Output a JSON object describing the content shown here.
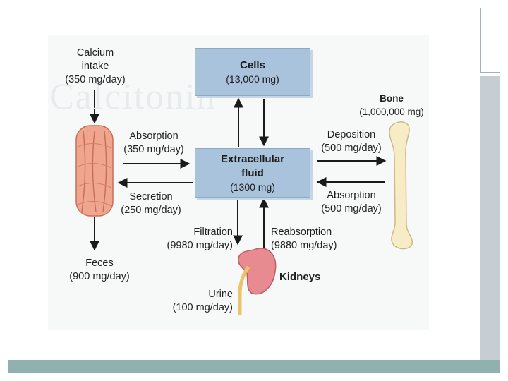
{
  "cells": {
    "title": "Cells",
    "amount": "(13,000 mg)"
  },
  "ecf": {
    "title_line1": "Extracellular",
    "title_line2": "fluid",
    "amount": "(1300 mg)"
  },
  "calcium_intake": {
    "line1": "Calcium",
    "line2": "intake",
    "line3": "(350 mg/day)"
  },
  "absorption_gut": {
    "label": "Absorption",
    "rate": "(350 mg/day)"
  },
  "secretion": {
    "label": "Secretion",
    "rate": "(250 mg/day)"
  },
  "feces": {
    "label": "Feces",
    "rate": "(900 mg/day)"
  },
  "bone": {
    "label": "Bone",
    "amount": "(1,000,000 mg)"
  },
  "deposition": {
    "label": "Deposition",
    "rate": "(500 mg/day)"
  },
  "absorption_bone": {
    "label": "Absorption",
    "rate": "(500 mg/day)"
  },
  "filtration": {
    "label": "Filtration",
    "rate": "(9980 mg/day)"
  },
  "reabsorption": {
    "label": "Reabsorption",
    "rate": "(9880 mg/day)"
  },
  "kidneys": {
    "label": "Kidneys"
  },
  "urine": {
    "label": "Urine",
    "rate": "(100 mg/day)"
  },
  "colors": {
    "box_fill": "#a9c3dc",
    "intestine": "#f0a58e",
    "bone": "#f7ecc6",
    "kidney": "#e88b90",
    "ureter": "#e9c46a",
    "arrow": "#1a1a1a"
  }
}
